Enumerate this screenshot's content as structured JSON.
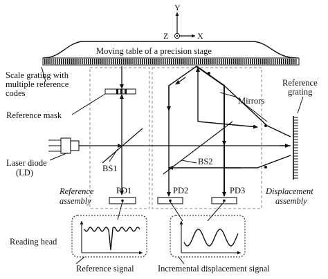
{
  "axes": {
    "y": "Y",
    "z": "Z",
    "x": "X"
  },
  "labels": {
    "moving_table": "Moving table of a precision stage",
    "scale_grating_1": "Scale grating with",
    "scale_grating_2": "multiple reference",
    "scale_grating_3": "codes",
    "reference_grating_1": "Reference",
    "reference_grating_2": "grating",
    "reference_mask": "Reference mask",
    "mirrors": "Mirrors",
    "laser_diode_1": "Laser diode",
    "laser_diode_2": "(LD)",
    "bs1": "BS1",
    "bs2": "BS2",
    "pd1": "PD1",
    "pd2": "PD2",
    "pd3": "PD3",
    "reference_assembly_1": "Reference",
    "reference_assembly_2": "assembly",
    "displacement_assembly_1": "Displacement",
    "displacement_assembly_2": "assembly",
    "reading_head": "Reading head",
    "reference_signal": "Reference signal",
    "incremental_signal": "Incremental displacement signal"
  }
}
